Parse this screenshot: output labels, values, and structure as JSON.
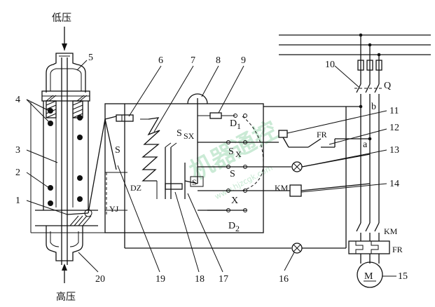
{
  "top_label": "低压",
  "bottom_label": "高压",
  "numbers": {
    "n1": "1",
    "n2": "2",
    "n3": "3",
    "n4": "4",
    "n5": "5",
    "n6": "6",
    "n7": "7",
    "n8": "8",
    "n9": "9",
    "n10": "10",
    "n11": "11",
    "n12": "12",
    "n13": "13",
    "n14": "14",
    "n15": "15",
    "n16": "16",
    "n17": "17",
    "n18": "18",
    "n19": "19",
    "n20": "20"
  },
  "labels": {
    "s_left": "S",
    "yj": "YJ",
    "dz": "DZ",
    "ssx": "S",
    "ssx_sub": "SX",
    "d1": "D",
    "d1_sub": "1",
    "sx": "S",
    "sx_sub": "X",
    "s_mid": "S",
    "s_small": "S",
    "x": "X",
    "km_coil": "KM",
    "d2": "D",
    "d2_sub": "2",
    "fr_top": "FR",
    "a": "a",
    "b": "b",
    "q": "Q",
    "km_contact": "KM",
    "fr_bottom": "FR",
    "motor": "M"
  },
  "watermark": {
    "text": "机器通控",
    "url": "www.hjzcgk.com"
  }
}
